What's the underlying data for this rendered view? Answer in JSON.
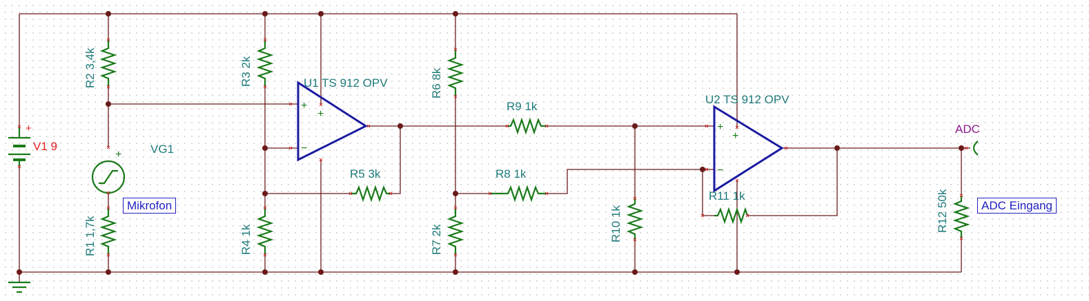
{
  "components": {
    "v1": {
      "label": "V1 9",
      "plus": "+"
    },
    "vg1": {
      "label": "VG1",
      "plus": "+"
    },
    "r1": {
      "label": "R1 1,7k"
    },
    "r2": {
      "label": "R2 3,4k"
    },
    "r3": {
      "label": "R3 2k"
    },
    "r4": {
      "label": "R4 1k"
    },
    "r5": {
      "label": "R5 3k"
    },
    "r6": {
      "label": "R6 8k"
    },
    "r7": {
      "label": "R7 2k"
    },
    "r8": {
      "label": "R8 1k"
    },
    "r9": {
      "label": "R9 1k"
    },
    "r10": {
      "label": "R10 1k"
    },
    "r11": {
      "label": "R11 1k"
    },
    "r12": {
      "label": "R12 50k"
    },
    "u1": {
      "label": "U1 TS 912 OPV",
      "in_plus": "+",
      "in_minus": "−",
      "supply_plus": "+"
    },
    "u2": {
      "label": "U2 TS 912 OPV",
      "in_plus": "+",
      "in_minus": "−",
      "supply_plus": "+"
    }
  },
  "port": {
    "label": "ADC"
  },
  "notes": {
    "mikrofon": "Mikrofon",
    "adc_eingang": "ADC Eingang"
  },
  "colors": {
    "wire": "#6b1a1a",
    "component": "#1a7a1a",
    "opamp": "#1a1aa0",
    "label": "#1e7a7a",
    "source_label": "#e02020",
    "port_label": "#8a1a8a",
    "note": "#2020c0"
  }
}
